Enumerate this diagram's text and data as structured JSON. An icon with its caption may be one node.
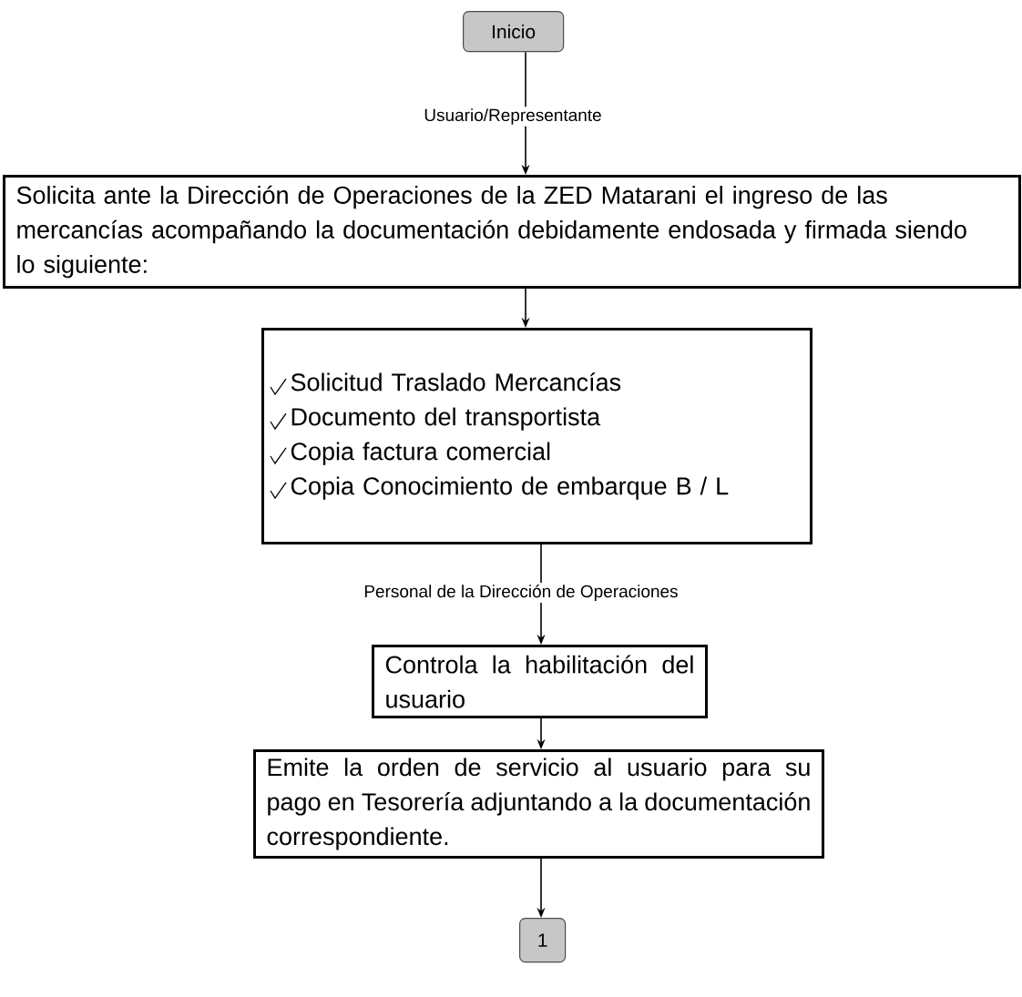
{
  "diagram": {
    "nodes": [
      {
        "text": [
          "Inicio"
        ]
      },
      {
        "text": [
          "Solicita ante la Dirección de Operaciones de la ZED Matarani el ingreso de las mercancías acompañando la documentación debidamente endosada y firmada siendo lo siguiente:"
        ]
      },
      {
        "text": [
          "Solicitud Traslado Mercancías",
          "Documento del transportista",
          "Copia factura comercial",
          "Copia Conocimiento de embarque B / L"
        ]
      },
      {
        "text": [
          "Controla la habilitación del usuario"
        ]
      },
      {
        "text": [
          "Emite la orden de servicio al usuario para su pago en Tesorería adjuntando a la documentación correspondiente."
        ]
      },
      {
        "text": [
          "1"
        ]
      }
    ],
    "edges": [
      {
        "from": 0,
        "to": 1,
        "arrow": "to",
        "label": "Usuario/Representante"
      },
      {
        "from": 1,
        "to": 2,
        "arrow": "to"
      },
      {
        "from": 2,
        "to": 3,
        "arrow": "to",
        "label": "Personal de la Dirección de Operaciones"
      },
      {
        "from": 3,
        "to": 4,
        "arrow": "to"
      },
      {
        "from": 4,
        "to": 5,
        "arrow": "to"
      }
    ]
  }
}
